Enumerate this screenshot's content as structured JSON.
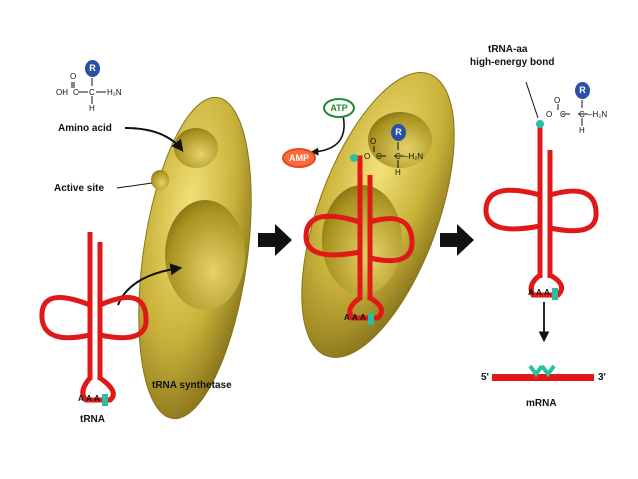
{
  "labels": {
    "amino_acid": "Amino acid",
    "active_site": "Active site",
    "trna": "tRNA",
    "trna_synthetase": "tRNA synthetase",
    "trna_aa_line1": "tRNA-aa",
    "trna_aa_line2": "high-energy bond",
    "mrna": "mRNA",
    "five_prime": "5'",
    "three_prime": "3'"
  },
  "molecules": {
    "atp": "ATP",
    "amp": "AMP",
    "r_group": "R",
    "oh": "OH",
    "o": "O",
    "c": "C",
    "h": "H",
    "h2n": "H₂N",
    "amine": "–H₂N"
  },
  "anticodon": {
    "bases": [
      "A",
      "A",
      "A"
    ]
  },
  "colors": {
    "trna": "#e01818",
    "enzyme": "#c9b23a",
    "r_group": "#2a4fa8",
    "atp_ring": "#1e8a2e",
    "amp_fill": "#ff6a3c",
    "arrow": "#111111",
    "codon": "#2bbfa0"
  }
}
